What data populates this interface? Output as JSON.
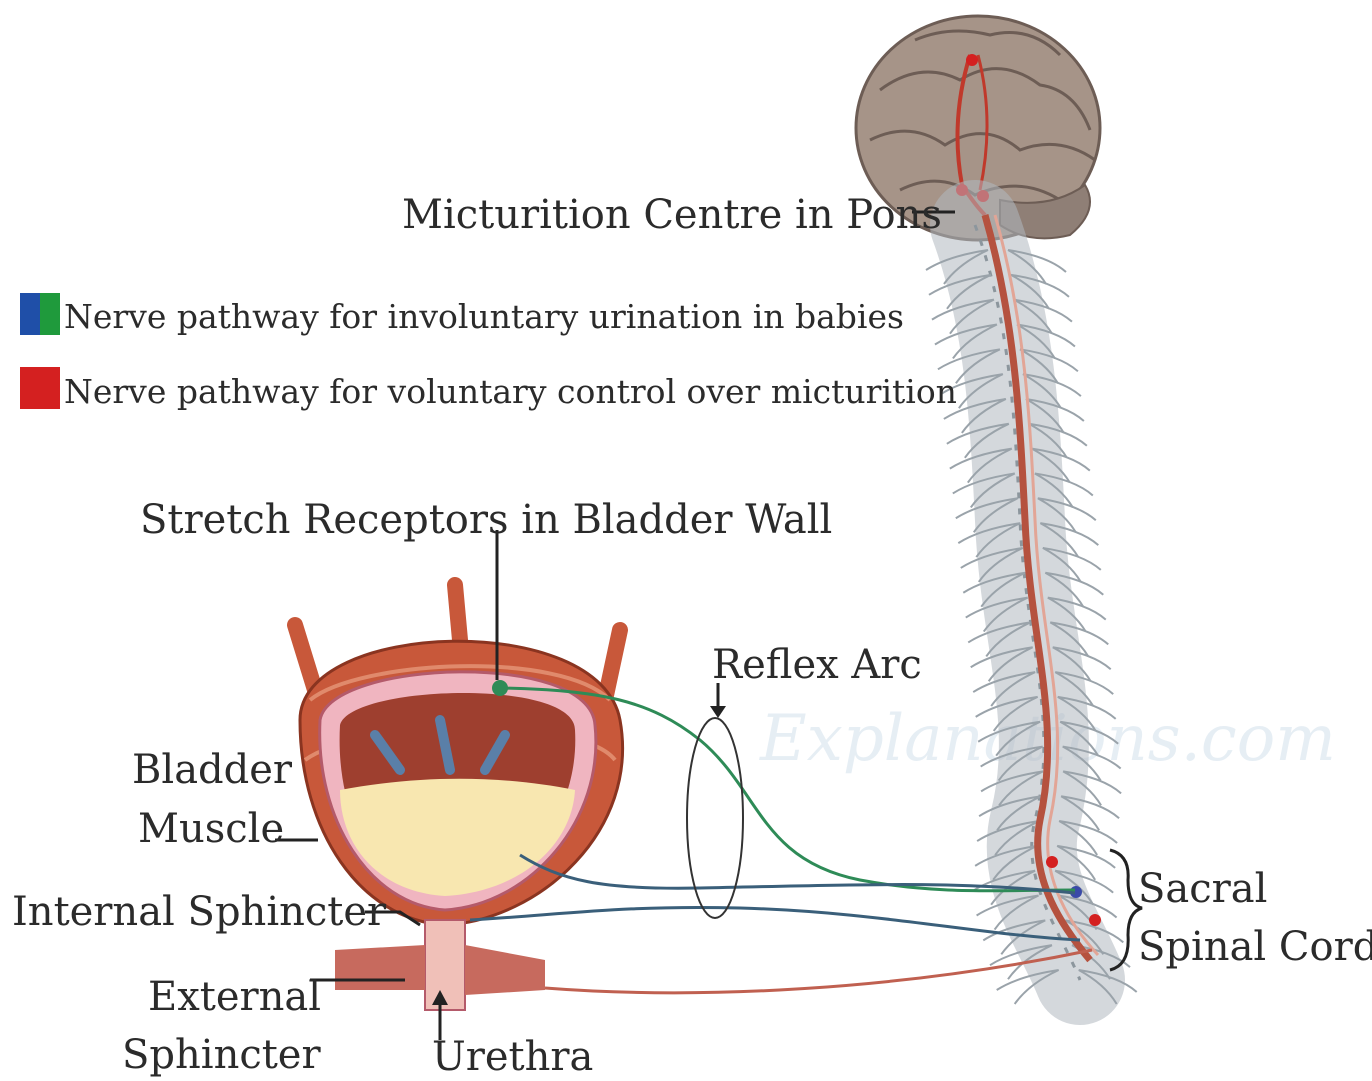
{
  "labels": {
    "micturition_centre": "Micturition Centre in Pons",
    "stretch_receptors": "Stretch Receptors in Bladder Wall",
    "reflex_arc": "Reflex Arc",
    "bladder_line1": "Bladder",
    "bladder_line2": "Muscle",
    "internal_sphincter": "Internal Sphincter",
    "external_line1": "External",
    "external_line2": "Sphincter",
    "urethra": "Urethra",
    "sacral_line1": "Sacral",
    "sacral_line2": "Spinal Cord"
  },
  "legend": [
    {
      "text": "Nerve pathway for involuntary urination in babies",
      "colors": [
        "#1f4fa8",
        "#1f9a3c"
      ]
    },
    {
      "text": "Nerve pathway for voluntary control over micturition",
      "colors": [
        "#d42020"
      ]
    }
  ],
  "watermark": "Explanations.com",
  "colors": {
    "voluntary_path": "#c0392b",
    "involuntary_green": "#2e8b57",
    "involuntary_blue": "#3a5f7a",
    "bladder_muscle": "#c8583a",
    "urine": "#f8e7b0",
    "brain": "#9a8a80",
    "spine": "#b0b8bf"
  }
}
